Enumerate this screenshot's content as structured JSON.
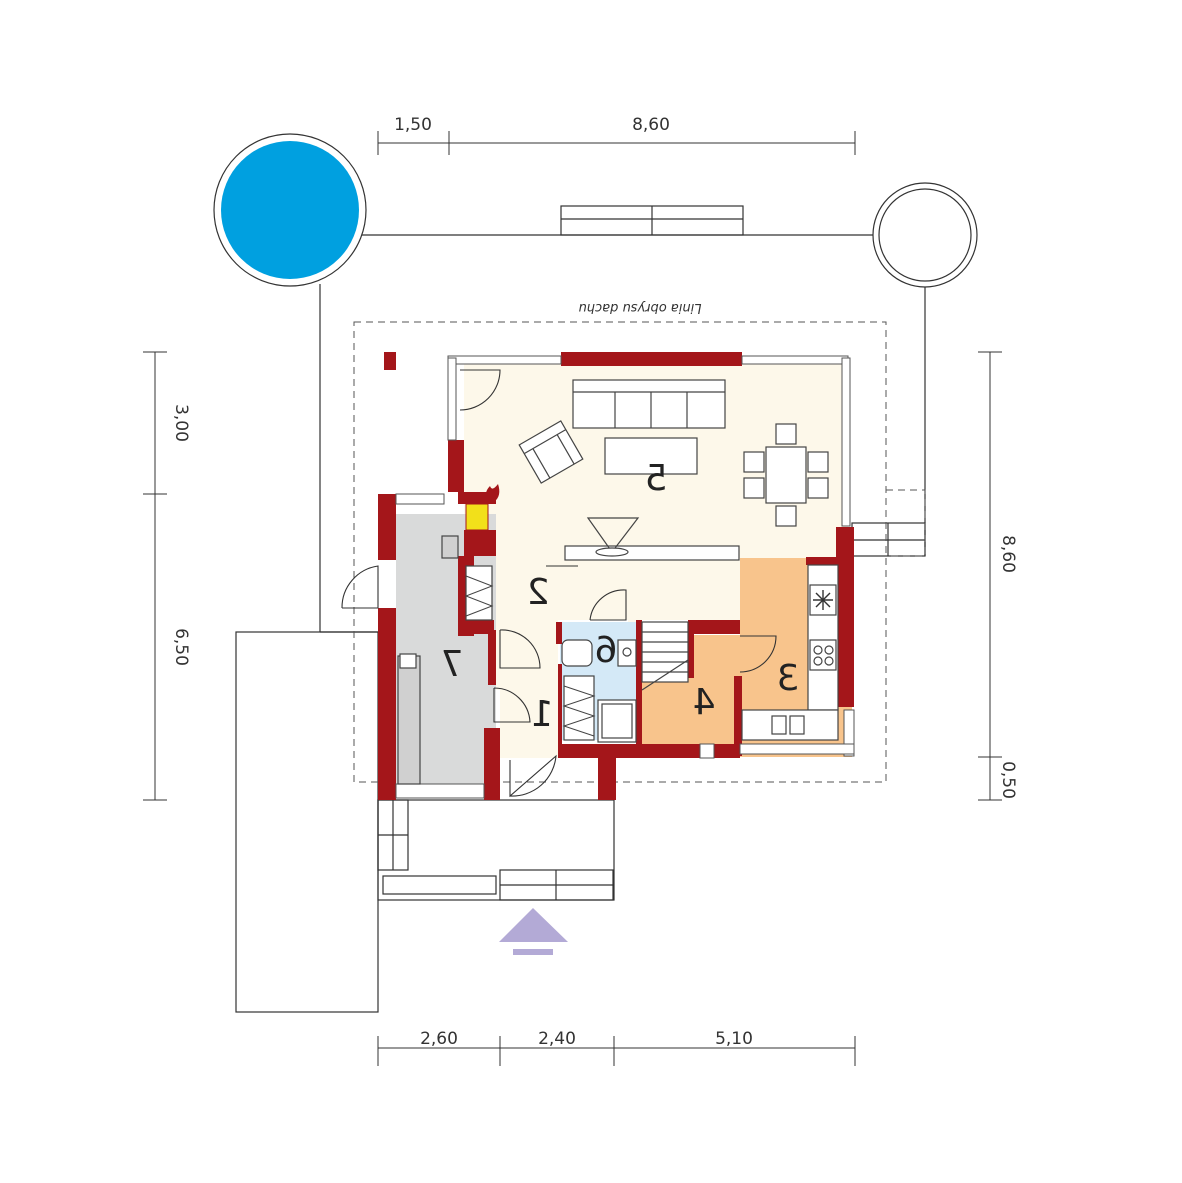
{
  "plan": {
    "roof_outline_label": "Linia obrysu dachu",
    "dimensions": {
      "top": [
        "1,50",
        "8,60"
      ],
      "bottom": [
        "2,60",
        "2,40",
        "5,10"
      ],
      "left": [
        "3,00",
        "6,50"
      ],
      "right": [
        "8,60",
        "0,50"
      ]
    },
    "rooms": [
      "1",
      "2",
      "3",
      "4",
      "5",
      "6",
      "7"
    ]
  },
  "colors": {
    "wall": "#a4161a",
    "living": "#fdf8ea",
    "kitchen": "#f8c48c",
    "bathroom": "#d4e9f7",
    "garage": "#d9dada",
    "pool": "#00a0e0",
    "fireplace": "#f2e01a",
    "entrance_arrow": "#b3aad6"
  },
  "icons": [
    "pool-icon",
    "fireplace-flame-icon",
    "snowflake-icon",
    "entrance-arrow-icon"
  ]
}
